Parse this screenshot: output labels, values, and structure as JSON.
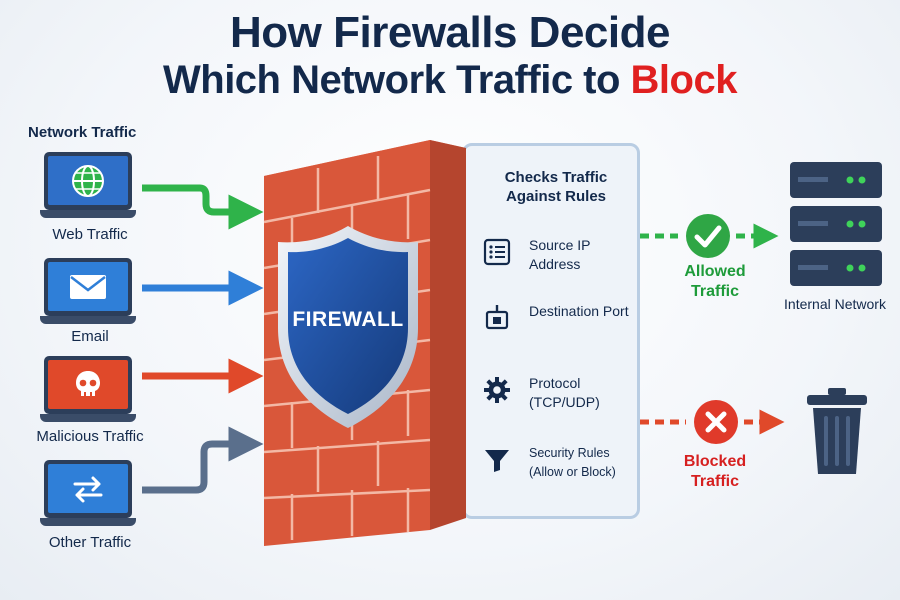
{
  "title": {
    "line1": "How Firewalls Decide",
    "line2_prefix": "Which Network Traffic to ",
    "line2_highlight": "Block"
  },
  "inputs": {
    "section_label": "Network Traffic",
    "items": [
      {
        "label": "Web Traffic",
        "icon": "globe-icon",
        "color": "#1e9b3a"
      },
      {
        "label": "Email",
        "icon": "envelope-icon",
        "color": "#2f7fd8"
      },
      {
        "label": "Malicious Traffic",
        "icon": "skull-icon",
        "color": "#e0492a"
      },
      {
        "label": "Other Traffic",
        "icon": "swap-arrows-icon",
        "color": "#2f7fd8"
      }
    ]
  },
  "firewall": {
    "shield_label": "FIREWALL"
  },
  "rules_panel": {
    "heading": "Checks Traffic Against Rules",
    "rules": [
      {
        "label": "Source IP Address",
        "icon": "list-icon"
      },
      {
        "label": "Destination Port",
        "icon": "port-icon"
      },
      {
        "label": "Protocol (TCP/UDP)",
        "icon": "gear-icon"
      },
      {
        "label": "Security Rules (Allow or Block)",
        "icon": "filter-icon"
      }
    ]
  },
  "outcomes": {
    "allowed": {
      "label": "Allowed Traffic",
      "icon": "check-icon",
      "color": "#1e9b3a"
    },
    "blocked": {
      "label": "Blocked Traffic",
      "icon": "x-icon",
      "color": "#d62020"
    },
    "destination_label": "Internal Network",
    "destination_icon": "server-icon",
    "discard_icon": "trash-icon"
  },
  "colors": {
    "brick": "#d9573a",
    "shield": "#1f4e9a",
    "title": "#13294b",
    "highlight": "#e02020"
  }
}
